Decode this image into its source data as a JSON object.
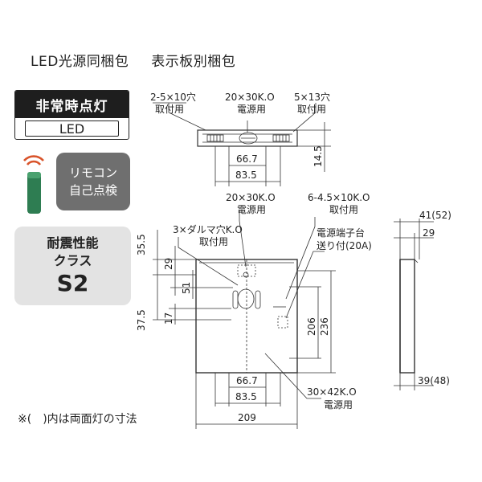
{
  "header": {
    "left": "LED光源同梱包",
    "right": "表示板別梱包"
  },
  "badges": {
    "emergency_title": "非常時点灯",
    "emergency_sub": "LED",
    "remote_line1": "リモコン",
    "remote_line2": "自己点検",
    "quake_line1": "耐震性能",
    "quake_line2": "クラス",
    "quake_line3": "S2"
  },
  "top_view": {
    "hole_left": "2-5×10穴",
    "hole_left_sub": "取付用",
    "hole_center": "20×30K.O",
    "hole_center_sub": "電源用",
    "hole_right": "5×13穴",
    "hole_right_sub": "取付用",
    "dim_inner": "66.7",
    "dim_outer": "83.5",
    "dim_height": "14.5"
  },
  "front_view": {
    "ko_top": "20×30K.O",
    "ko_top_sub": "電源用",
    "mount_holes": "6-4.5×10K.O",
    "mount_holes_sub": "取付用",
    "daruma": "3×ダルマ穴K.O",
    "daruma_sub": "取付用",
    "terminal": "電源端子台",
    "terminal_sub": "送り付(20A)",
    "dim_35_5": "35.5",
    "dim_29": "29",
    "dim_51": "51",
    "dim_37_5": "37.5",
    "dim_17": "17",
    "dim_206": "206",
    "dim_236": "236",
    "dim_66_7": "66.7",
    "dim_83_5": "83.5",
    "dim_209": "209",
    "ko_bottom": "30×42K.O",
    "ko_bottom_sub": "電源用"
  },
  "side_view": {
    "dim_depth_top": "41(52)",
    "dim_29": "29",
    "dim_depth_bottom": "39(48)"
  },
  "note": "※(　)内は両面灯の寸法"
}
